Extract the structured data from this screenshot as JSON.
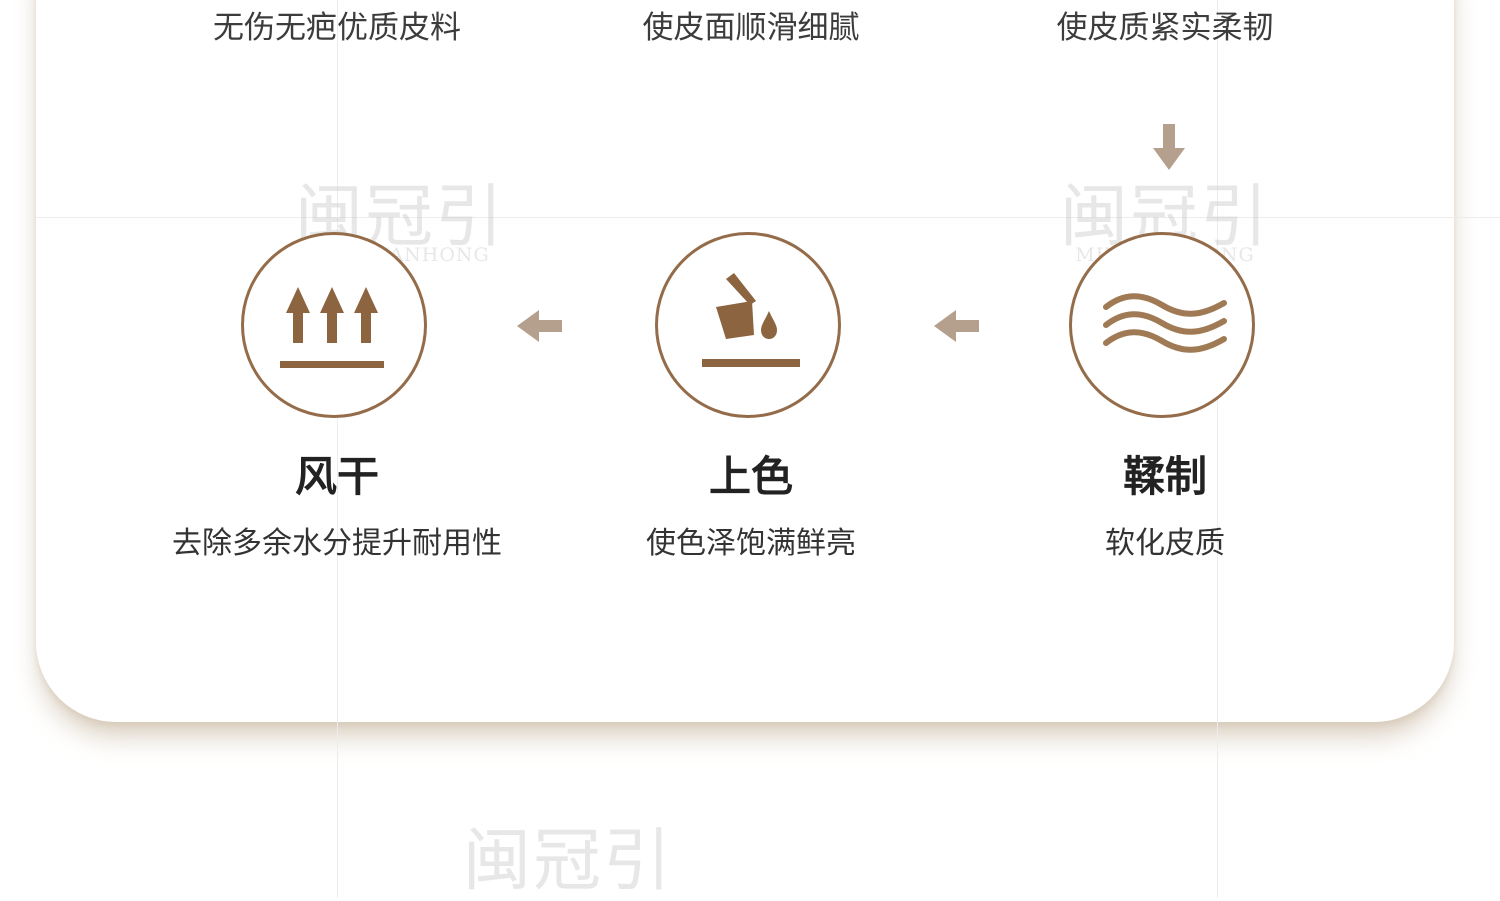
{
  "top_row": [
    {
      "text": "无伤无疤优质皮料"
    },
    {
      "text": "使皮面顺滑细腻"
    },
    {
      "text": "使皮质紧实柔韧"
    }
  ],
  "steps": [
    {
      "title": "风干",
      "subtitle": "去除多余水分提升耐用性",
      "icon": "upward-arrows-icon"
    },
    {
      "title": "上色",
      "subtitle": "使色泽饱满鲜亮",
      "icon": "paint-bucket-icon"
    },
    {
      "title": "鞣制",
      "subtitle": "软化皮质",
      "icon": "waves-icon"
    }
  ],
  "watermark": {
    "cn": "闽冠引",
    "en": "MINGUANHONG"
  },
  "colors": {
    "accent": "#946c49",
    "arrow": "#b4a08c",
    "text": "#333333"
  }
}
